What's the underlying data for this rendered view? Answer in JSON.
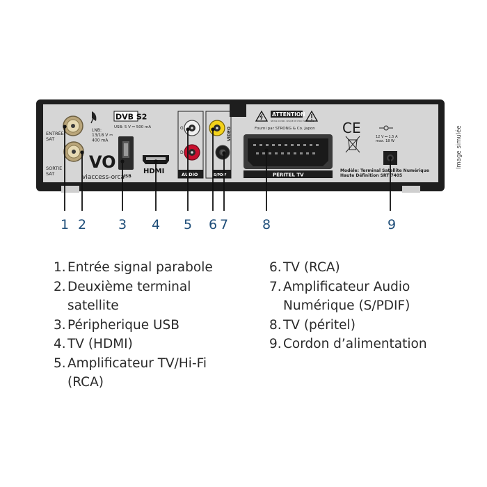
{
  "device": {
    "entree_label": "ENTRÉE\nSAT",
    "sortie_label": "SORTIE\nSAT",
    "lnb_text": "LNB:\n13/18 V ⎓\n400 mA",
    "dvb_logo": "DVB S2",
    "usb_spec": "USB: 5 V ⎓ 500 mA",
    "usb_label": "USB",
    "hdmi_logo": "HDMI",
    "audio_label": "AUDIO",
    "audio_g": "G",
    "audio_d": "D",
    "video_label": "VIDEO",
    "spdif_label": "S/PDIF",
    "attention_title": "ATTENTION",
    "attention_small": "NE PAS OUVRIR · RISQUE DE CHOC ÉLECTRIQUE",
    "fourni_text": "Fourni par STRONG & Co. Japon",
    "peritel_label": "PÉRITEL TV",
    "ce_mark": "CE",
    "power_spec": "12 V ⎓ 1.5 A\nmax. 18 W",
    "model_text": "Modèle: Terminal Satellite Numérique\nHaute Définition SRT 7405",
    "viaccess_text": "viaccess-orca",
    "vo_text": "VO"
  },
  "callouts": [
    "1",
    "2",
    "3",
    "4",
    "5",
    "6",
    "7",
    "8",
    "9"
  ],
  "side_note": "Image simulée",
  "legend_left": [
    {
      "num": "1.",
      "text": "Entrée signal parabole"
    },
    {
      "num": "2.",
      "text": "Deuxième terminal\nsatellite"
    },
    {
      "num": "3.",
      "text": "Péripherique USB"
    },
    {
      "num": "4.",
      "text": "TV (HDMI)"
    },
    {
      "num": "5.",
      "text": "Amplificateur TV/Hi-Fi\n(RCA)"
    }
  ],
  "legend_right": [
    {
      "num": "6.",
      "text": "TV (RCA)"
    },
    {
      "num": "7.",
      "text": "Amplificateur Audio\nNumérique (S/PDIF)"
    },
    {
      "num": "8.",
      "text": "TV (péritel)"
    },
    {
      "num": "9.",
      "text": "Cordon d’alimentation"
    }
  ],
  "colors": {
    "panel": "#d6d6d6",
    "frame": "#1e1e1e",
    "callout_number": "#1f4e79",
    "line": "#111111",
    "rca_yellow": "#f4d21a",
    "rca_red": "#c8102e",
    "text": "#2a2a2a"
  }
}
